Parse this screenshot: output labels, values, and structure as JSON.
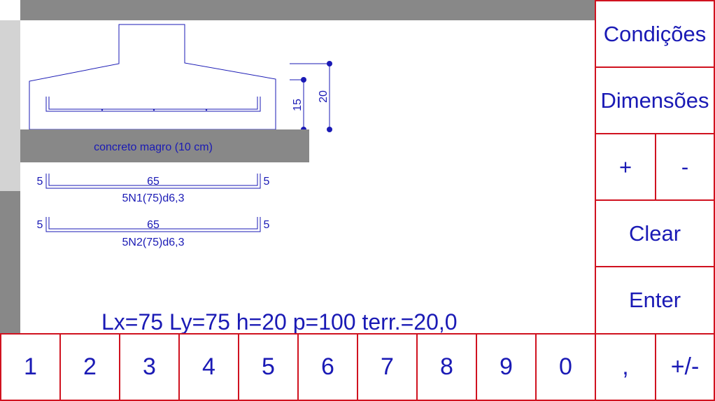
{
  "side_buttons": {
    "condicoes": "Condições",
    "dimensoes": "Dimensões",
    "plus": "+",
    "minus": "-",
    "clear": "Clear",
    "enter": "Enter"
  },
  "keypad": [
    "1",
    "2",
    "3",
    "4",
    "5",
    "6",
    "7",
    "8",
    "9",
    "0",
    ",",
    "+/-"
  ],
  "status_line": "Lx=75 Ly=75 h=20 p=100 terr.=20,0",
  "drawing": {
    "lean_concrete_label": "concreto magro (10 cm)",
    "dim_15": "15",
    "dim_20": "20",
    "bar1": {
      "left": "5",
      "middle": "65",
      "right": "5",
      "label": "5N1(75)d6,3"
    },
    "bar2": {
      "left": "5",
      "middle": "65",
      "right": "5",
      "label": "5N2(75)d6,3"
    }
  },
  "colors": {
    "accent_blue": "#1a1ab5",
    "button_border": "#d0121f",
    "bar_gray": "#888888",
    "light_gray": "#d3d3d3"
  }
}
